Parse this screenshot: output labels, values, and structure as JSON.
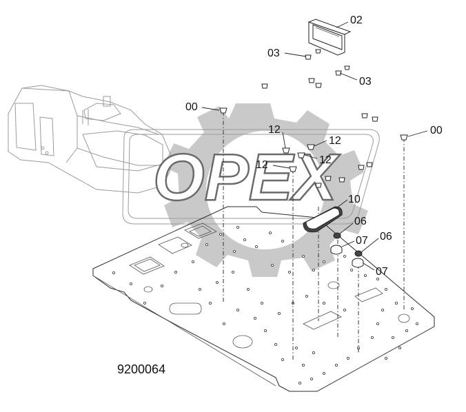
{
  "drawing": {
    "watermark": "OPEX",
    "document_number": "9200064",
    "callouts": [
      {
        "id": "c-02",
        "label": "02"
      },
      {
        "id": "c-03a",
        "label": "03"
      },
      {
        "id": "c-03b",
        "label": "03"
      },
      {
        "id": "c-00a",
        "label": "00"
      },
      {
        "id": "c-00b",
        "label": "00"
      },
      {
        "id": "c-12a",
        "label": "12"
      },
      {
        "id": "c-12b",
        "label": "12"
      },
      {
        "id": "c-12c",
        "label": "12"
      },
      {
        "id": "c-12d",
        "label": "12"
      },
      {
        "id": "c-10",
        "label": "10"
      },
      {
        "id": "c-06a",
        "label": "06"
      },
      {
        "id": "c-07a",
        "label": "07"
      },
      {
        "id": "c-06b",
        "label": "06"
      },
      {
        "id": "c-07b",
        "label": "07"
      }
    ]
  }
}
